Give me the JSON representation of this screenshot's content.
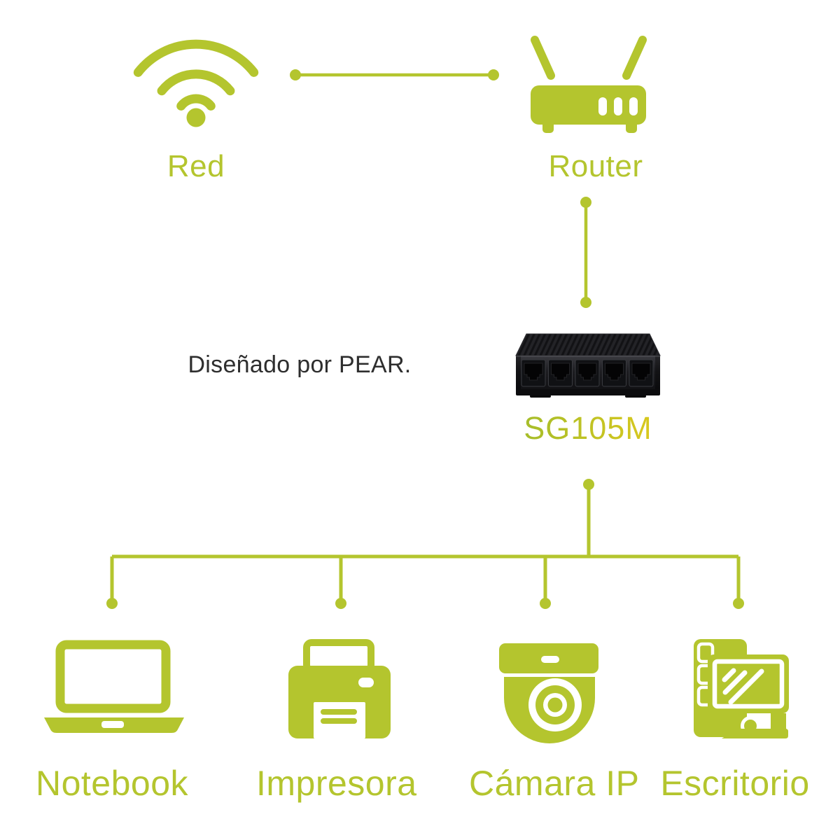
{
  "colors": {
    "accent": "#b4c52e",
    "note_text": "#2e2e2e",
    "model_gradient_start": "#a6bd2a",
    "model_gradient_end": "#d9c81e",
    "switch_body_dark": "#1b1b1e"
  },
  "nodes": {
    "internet": {
      "label": "Red"
    },
    "router": {
      "label": "Router"
    },
    "switch": {
      "model": "SG105M",
      "visible_ports": 5
    },
    "note": {
      "text": "Diseñado por PEAR."
    },
    "devices": [
      {
        "id": "notebook",
        "label": "Notebook"
      },
      {
        "id": "printer",
        "label": "Impresora"
      },
      {
        "id": "ip-camera",
        "label": "Cámara IP"
      },
      {
        "id": "desktop",
        "label": "Escritorio"
      }
    ]
  },
  "connections": [
    {
      "from": "Red",
      "to": "Router"
    },
    {
      "from": "Router",
      "to": "SG105M"
    },
    {
      "from": "SG105M",
      "to": "Notebook"
    },
    {
      "from": "SG105M",
      "to": "Impresora"
    },
    {
      "from": "SG105M",
      "to": "Cámara IP"
    },
    {
      "from": "SG105M",
      "to": "Escritorio"
    }
  ]
}
